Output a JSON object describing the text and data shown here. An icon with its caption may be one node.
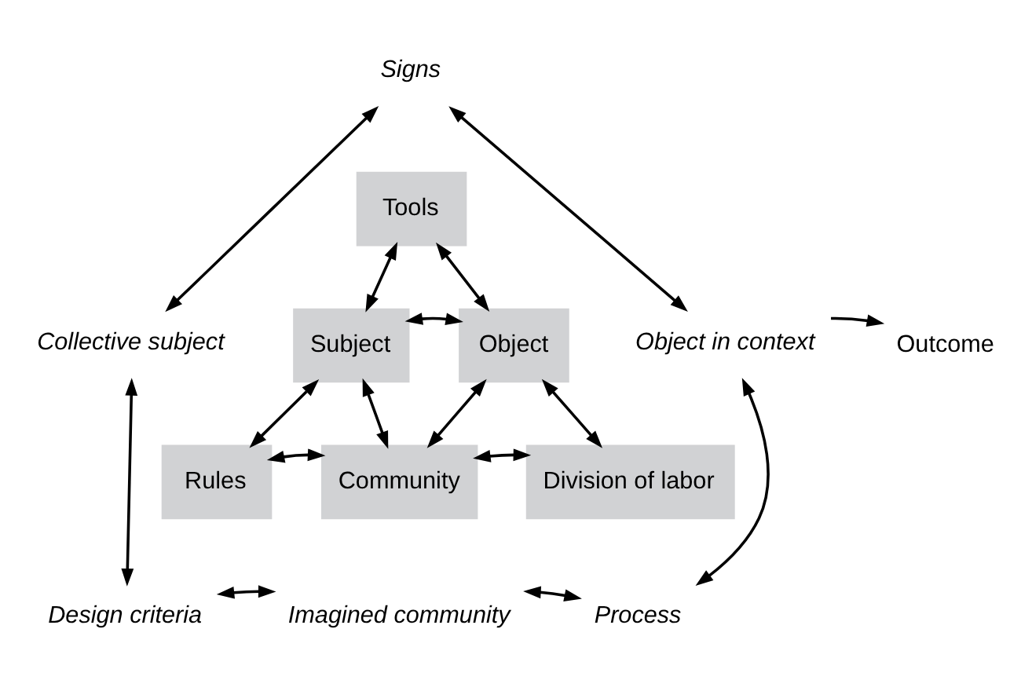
{
  "diagram": {
    "nodes": [
      {
        "text": [
          "Signs"
        ]
      },
      {
        "text": [
          "Collective subject"
        ]
      },
      {
        "text": [
          "Object in context"
        ]
      },
      {
        "text": [
          "Design criteria"
        ]
      },
      {
        "text": [
          "Imagined community"
        ]
      },
      {
        "text": [
          "Process"
        ]
      },
      {
        "text": [
          "Outcome"
        ]
      },
      {
        "text": [
          "Tools"
        ]
      },
      {
        "text": [
          "Subject"
        ]
      },
      {
        "text": [
          "Object"
        ]
      },
      {
        "text": [
          "Rules"
        ]
      },
      {
        "text": [
          "Community"
        ]
      },
      {
        "text": [
          "Division of labor"
        ]
      }
    ],
    "edges": [
      {
        "from": 0,
        "to": 1,
        "arrow": "both"
      },
      {
        "from": 1,
        "to": 3,
        "arrow": "both"
      },
      {
        "from": 0,
        "to": 2,
        "arrow": "both"
      },
      {
        "from": 2,
        "to": 5,
        "arrow": "both"
      },
      {
        "from": 3,
        "to": 4,
        "arrow": "both"
      },
      {
        "from": 4,
        "to": 5,
        "arrow": "both"
      },
      {
        "from": 2,
        "to": 6,
        "arrow": "to"
      },
      {
        "from": 7,
        "to": 8,
        "arrow": "both"
      },
      {
        "from": 7,
        "to": 9,
        "arrow": "both"
      },
      {
        "from": 8,
        "to": 9,
        "arrow": "both"
      },
      {
        "from": 8,
        "to": 10,
        "arrow": "both"
      },
      {
        "from": 8,
        "to": 11,
        "arrow": "both"
      },
      {
        "from": 9,
        "to": 11,
        "arrow": "both"
      },
      {
        "from": 9,
        "to": 12,
        "arrow": "both"
      },
      {
        "from": 10,
        "to": 11,
        "arrow": "both"
      },
      {
        "from": 11,
        "to": 12,
        "arrow": "both"
      }
    ]
  }
}
